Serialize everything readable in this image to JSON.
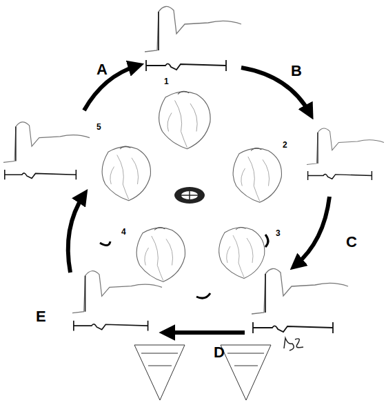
{
  "diagram": {
    "labels": [
      "A",
      "B",
      "1",
      "5",
      "2",
      "C",
      "4",
      "3",
      "E",
      "D"
    ]
  }
}
